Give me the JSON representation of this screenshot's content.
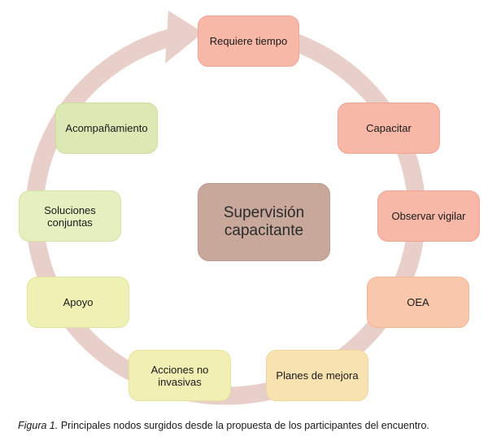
{
  "diagram": {
    "center_label": "Supervisión\ncapacitante",
    "nodes": [
      {
        "id": "requiere-tiempo",
        "label": "Requiere tiempo",
        "fill": "#f7b8a8",
        "stroke": "#f0a493"
      },
      {
        "id": "capacitar",
        "label": "Capacitar",
        "fill": "#f7b8a8",
        "stroke": "#f0a493"
      },
      {
        "id": "observar-vigilar",
        "label": "Observar vigilar",
        "fill": "#f7b8a8",
        "stroke": "#f0a493"
      },
      {
        "id": "oea",
        "label": "OEA",
        "fill": "#f9c8ac",
        "stroke": "#f2b694"
      },
      {
        "id": "planes-de-mejora",
        "label": "Planes de mejora",
        "fill": "#f8e3b0",
        "stroke": "#efd598"
      },
      {
        "id": "acciones-no-invasivas",
        "label": "Acciones no\ninvasivas",
        "fill": "#f2efb4",
        "stroke": "#e6e29c"
      },
      {
        "id": "apoyo",
        "label": "Apoyo",
        "fill": "#eff0b4",
        "stroke": "#e2e49e"
      },
      {
        "id": "soluciones-conjuntas",
        "label": "Soluciones\nconjuntas",
        "fill": "#e5efc0",
        "stroke": "#d5e2a8"
      },
      {
        "id": "acompanamiento",
        "label": "Acompañamiento",
        "fill": "#dde9b5",
        "stroke": "#cbdc9d"
      }
    ],
    "ring_color": "#e9cfc9",
    "center_color": "#c7a89b"
  },
  "caption": {
    "figure_label": "Figura 1.",
    "text": " Principales nodos surgidos desde la propuesta de los participantes del encuentro."
  }
}
